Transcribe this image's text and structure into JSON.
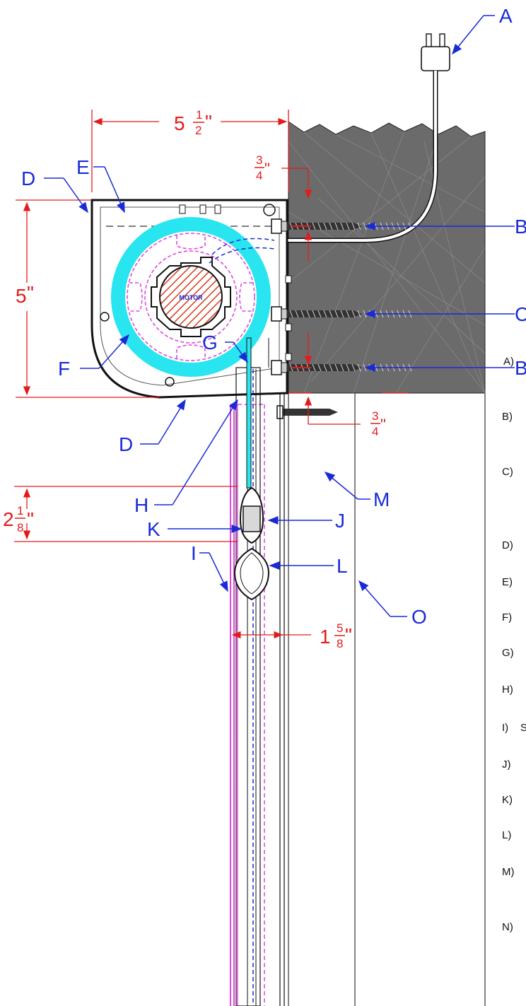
{
  "callouts": {
    "A": "A",
    "B_top": "B",
    "C": "C",
    "B_bottom": "B",
    "D_top": "D",
    "D_bottom": "D",
    "E": "E",
    "F": "F",
    "G": "G",
    "H": "H",
    "I": "I",
    "J": "J",
    "K": "K",
    "L": "L",
    "M": "M",
    "O": "O"
  },
  "motor_label": "MOTOR",
  "dimensions": {
    "width": {
      "whole": "5",
      "num": "1",
      "den": "2",
      "unit": "\""
    },
    "height": {
      "whole": "5",
      "unit": "\""
    },
    "top_offset": {
      "num": "3",
      "den": "4",
      "unit": "\""
    },
    "bottom_offset": {
      "num": "3",
      "den": "4",
      "unit": "\""
    },
    "bar_height": {
      "whole": "2",
      "num": "1",
      "den": "8",
      "unit": "\""
    },
    "gap": {
      "whole": "1",
      "num": "5",
      "den": "8",
      "unit": "\""
    }
  },
  "legend_items": [
    "A)",
    "B)",
    "C)",
    "D)",
    "E)",
    "F)",
    "G)",
    "H)",
    "I)",
    "J)",
    "K)",
    "L)",
    "M)",
    "N)"
  ],
  "legend_stray": "S",
  "colors": {
    "dimension": "#e31b1b",
    "callout": "#1a2bd6",
    "tube": "#29e5f0",
    "mounting_plate": "#e048e0",
    "motor": "#d43a1e",
    "wall": "#6b6b6b"
  }
}
